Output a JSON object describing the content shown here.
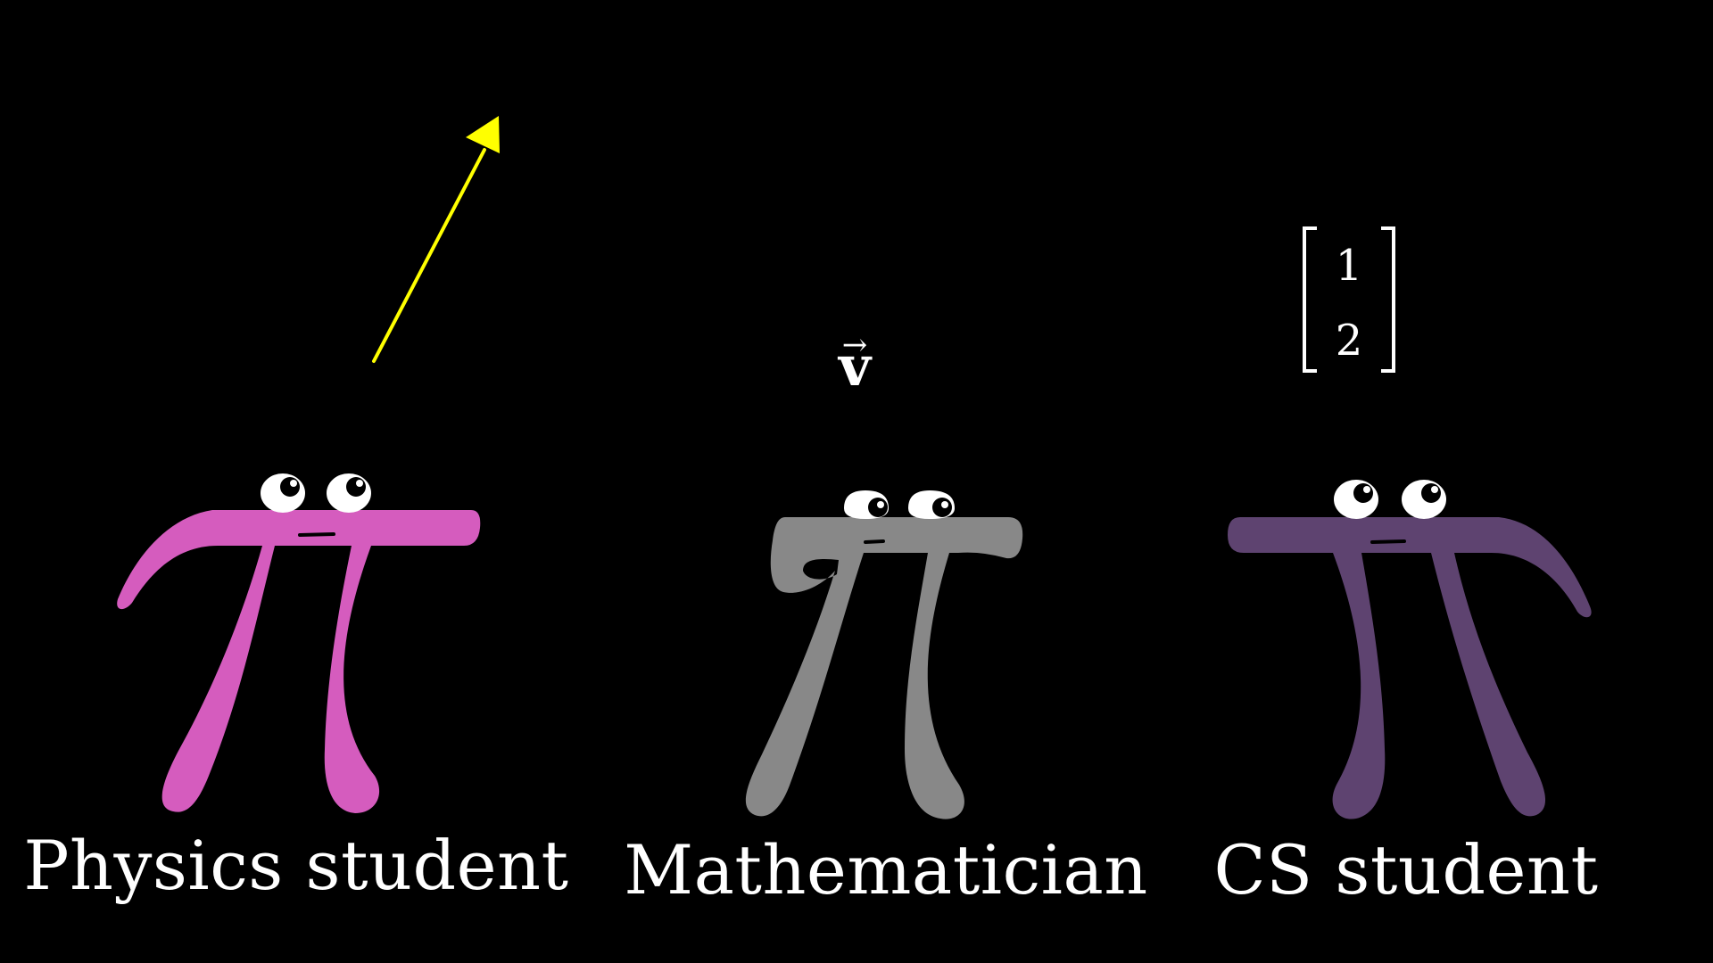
{
  "characters": [
    {
      "id": "physics",
      "label": "Physics student",
      "color": "#D55CBE",
      "representation": "arrow",
      "arrow_color": "#FFFF00"
    },
    {
      "id": "mathematician",
      "label": "Mathematician",
      "color": "#888888",
      "representation": "vector-symbol",
      "symbol": "v",
      "symbol_arrow": "→"
    },
    {
      "id": "cs",
      "label": "CS student",
      "color": "#5E4370",
      "representation": "column-matrix",
      "matrix": [
        "1",
        "2"
      ]
    }
  ],
  "background_color": "#000000"
}
